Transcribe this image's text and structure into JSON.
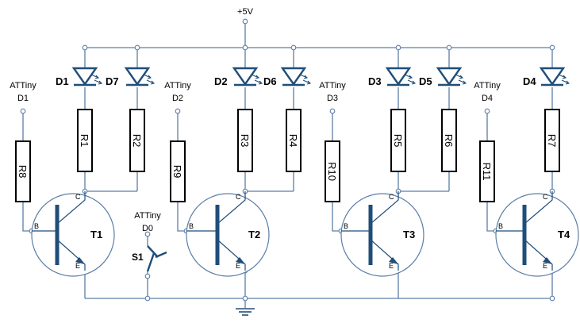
{
  "supply": {
    "label": "+5V"
  },
  "leds": [
    {
      "label": "D1"
    },
    {
      "label": "D7"
    },
    {
      "label": "D2"
    },
    {
      "label": "D6"
    },
    {
      "label": "D3"
    },
    {
      "label": "D5"
    },
    {
      "label": "D4"
    }
  ],
  "collector_resistors": [
    {
      "label": "R1"
    },
    {
      "label": "R2"
    },
    {
      "label": "R3"
    },
    {
      "label": "R4"
    },
    {
      "label": "R5"
    },
    {
      "label": "R6"
    },
    {
      "label": "R7"
    }
  ],
  "base_resistors": [
    {
      "label": "R8"
    },
    {
      "label": "R9"
    },
    {
      "label": "R10"
    },
    {
      "label": "R11"
    }
  ],
  "inputs": [
    {
      "chip": "ATTiny",
      "pin": "D1"
    },
    {
      "chip": "ATTiny",
      "pin": "D2"
    },
    {
      "chip": "ATTiny",
      "pin": "D3"
    },
    {
      "chip": "ATTiny",
      "pin": "D4"
    }
  ],
  "transistors": [
    {
      "label": "T1",
      "pin_b": "B",
      "pin_c": "C",
      "pin_e": "E"
    },
    {
      "label": "T2",
      "pin_b": "B",
      "pin_c": "C",
      "pin_e": "E"
    },
    {
      "label": "T3",
      "pin_b": "B",
      "pin_c": "C",
      "pin_e": "E"
    },
    {
      "label": "T4",
      "pin_b": "B",
      "pin_c": "C",
      "pin_e": "E"
    }
  ],
  "switch": {
    "label": "S1",
    "chip": "ATTiny",
    "pin": "D0"
  },
  "colors": {
    "wire": "#5b7ea8",
    "component": "#1f4e79",
    "resistor": "#000000"
  }
}
